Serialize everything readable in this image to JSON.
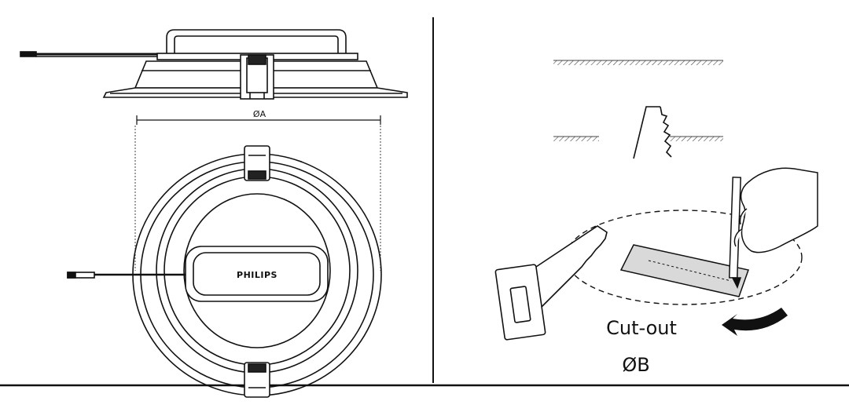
{
  "left_panel": {
    "dimension_label": "ØA",
    "brand_label": "PHILIPS"
  },
  "right_panel": {
    "cutout_label": "Cut-out",
    "cutout_dimension": "ØB"
  },
  "colors": {
    "ink": "#111111",
    "background": "#ffffff",
    "plate_fill": "#d9d9d9"
  }
}
